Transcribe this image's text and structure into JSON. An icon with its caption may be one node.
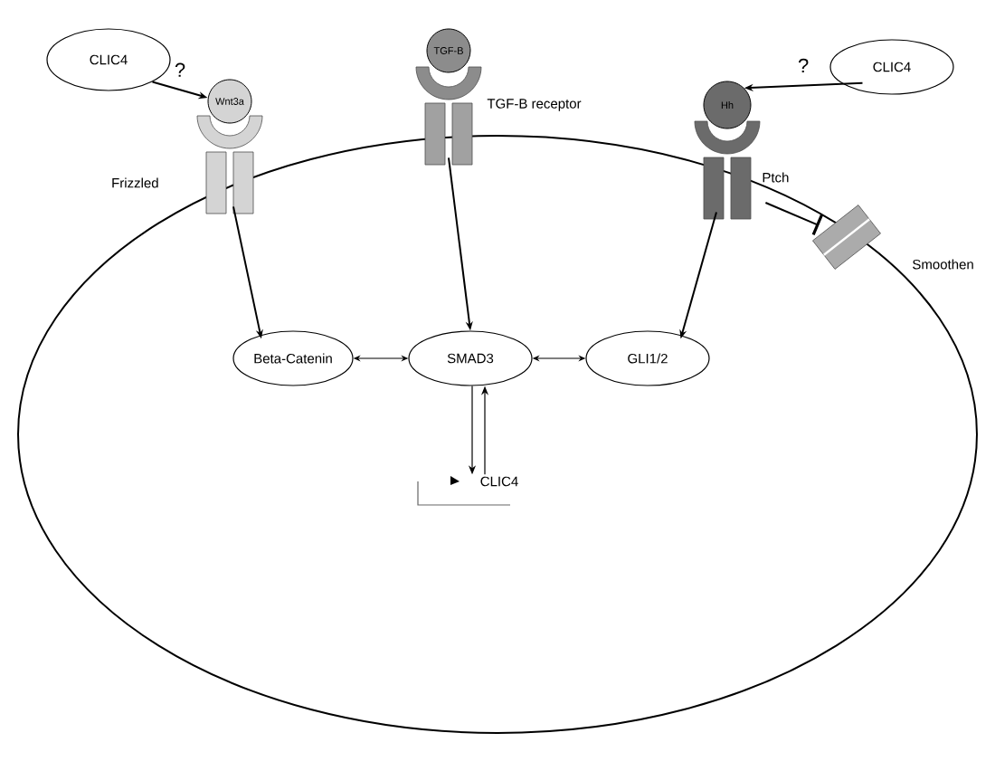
{
  "diagram": {
    "nodes": [
      {
        "text": [
          "CLIC4"
        ]
      },
      {
        "text": [
          "CLIC4"
        ]
      },
      {
        "text": [
          "Wnt3a"
        ]
      },
      {
        "text": [
          "TGF-B"
        ]
      },
      {
        "text": [
          "Hh"
        ]
      },
      {
        "text": [],
        "shape": "box",
        "beside": [
          "Frizzled"
        ]
      },
      {
        "text": [],
        "shape": "box",
        "beside": [
          "TGF-B receptor"
        ]
      },
      {
        "text": [],
        "shape": "box",
        "beside": [
          "Ptch"
        ]
      },
      {
        "text": [],
        "shape": "box",
        "beside": [
          "Smoothen"
        ]
      },
      {
        "text": [
          "Beta-Catenin"
        ]
      },
      {
        "text": [
          "SMAD3"
        ]
      },
      {
        "text": [
          "GLI1/2"
        ]
      },
      {
        "text": [
          "CLIC4"
        ]
      }
    ],
    "edges": [
      {
        "from": 0,
        "to": 2,
        "arrow": "to",
        "label": "?"
      },
      {
        "from": 1,
        "to": 4,
        "arrow": "to",
        "label": "?"
      },
      {
        "from": 5,
        "to": 9,
        "arrow": "to"
      },
      {
        "from": 6,
        "to": 10,
        "arrow": "to"
      },
      {
        "from": 7,
        "to": 11,
        "arrow": "to"
      },
      {
        "from": 7,
        "to": 8,
        "arrow": "other"
      },
      {
        "from": 9,
        "to": 10,
        "arrow": "both"
      },
      {
        "from": 10,
        "to": 11,
        "arrow": "both"
      },
      {
        "from": 10,
        "to": 12,
        "arrow": "to"
      },
      {
        "from": 12,
        "to": 10,
        "arrow": "to"
      }
    ]
  }
}
